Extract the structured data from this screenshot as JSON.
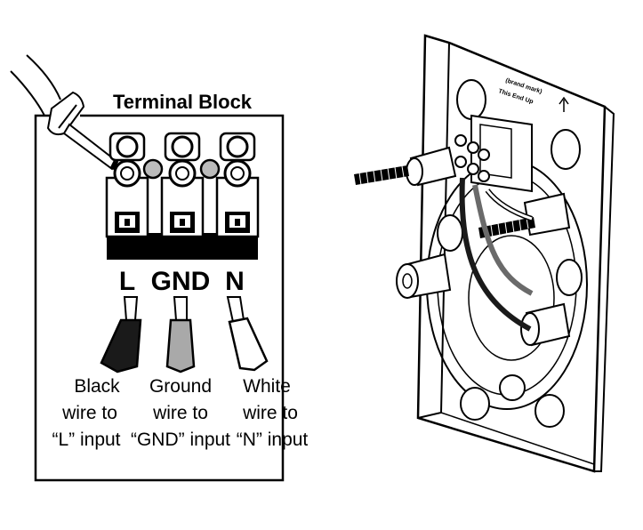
{
  "block_title": "Terminal Block",
  "terminals": {
    "l": "L",
    "gnd": "GND",
    "n": "N"
  },
  "captions": {
    "black": [
      "Black",
      "wire to",
      "“L” input"
    ],
    "ground": [
      "Ground",
      "wire to",
      "“GND” input"
    ],
    "white": [
      "White",
      "wire to",
      "“N” input"
    ]
  },
  "plate_text": {
    "line1": "(brand mark)",
    "line2": "This End Up"
  },
  "colors": {
    "black_wire": "#1a1a1a",
    "ground_wire": "#a9a9a9",
    "white_wire": "#ffffff",
    "outline": "#000000"
  }
}
